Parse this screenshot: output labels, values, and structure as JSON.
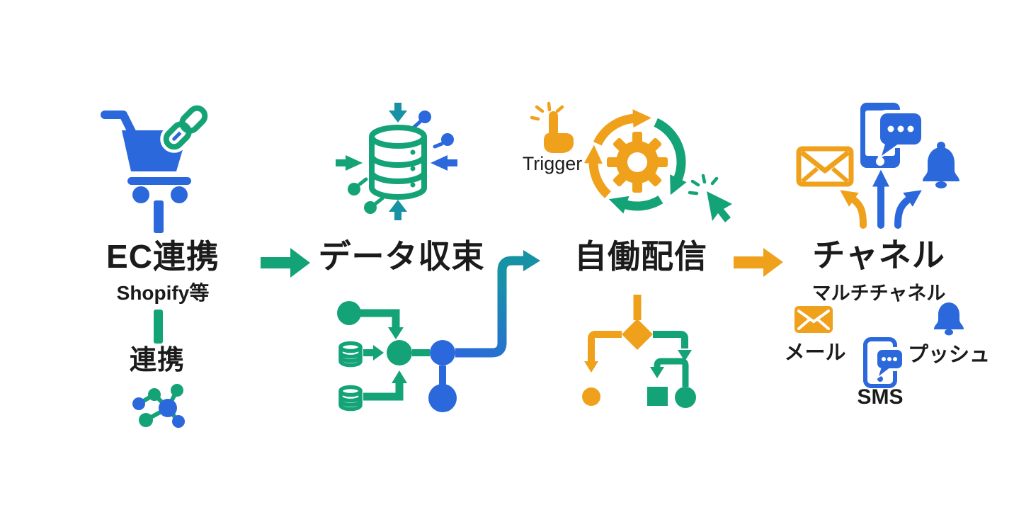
{
  "diagram": {
    "background": "#FFFFFF",
    "palette": {
      "blue": "#2B68DC",
      "green": "#14A376",
      "teal": "#1792A5",
      "orange": "#F0A11C",
      "text": "#1B1B1B"
    },
    "stages": [
      {
        "title": "EC連携",
        "subtitle": "Shopify等",
        "secondary_label": "連携",
        "icons": [
          "shopping-cart-icon",
          "chain-link-icon",
          "network-icon"
        ]
      },
      {
        "title": "データ収束",
        "icons": [
          "database-inflow-icon",
          "data-merge-flow-icon"
        ]
      },
      {
        "title": "自働配信",
        "annotation": "Trigger",
        "icons": [
          "tap-finger-icon",
          "gear-cycle-icon",
          "cursor-click-icon",
          "decision-flow-icon"
        ]
      },
      {
        "title": "チャネル",
        "subtitle": "マルチチャネル",
        "icons": [
          "mail-icon",
          "smartphone-chat-icon",
          "bell-icon",
          "branch-arrows-icon"
        ],
        "channels": [
          {
            "label": "メール",
            "icon": "mail-icon"
          },
          {
            "label": "SMS",
            "icon": "sms-phone-icon"
          },
          {
            "label": "プッシュ",
            "icon": "push-bell-icon"
          }
        ]
      }
    ],
    "connectors": [
      {
        "from": "EC連携",
        "to": "データ収束",
        "style": "green-arrow"
      },
      {
        "from": "データ収束",
        "to": "自働配信",
        "style": "blue-to-teal-elbow-arrow"
      },
      {
        "from": "自働配信",
        "to": "チャネル",
        "style": "orange-arrow"
      }
    ]
  }
}
